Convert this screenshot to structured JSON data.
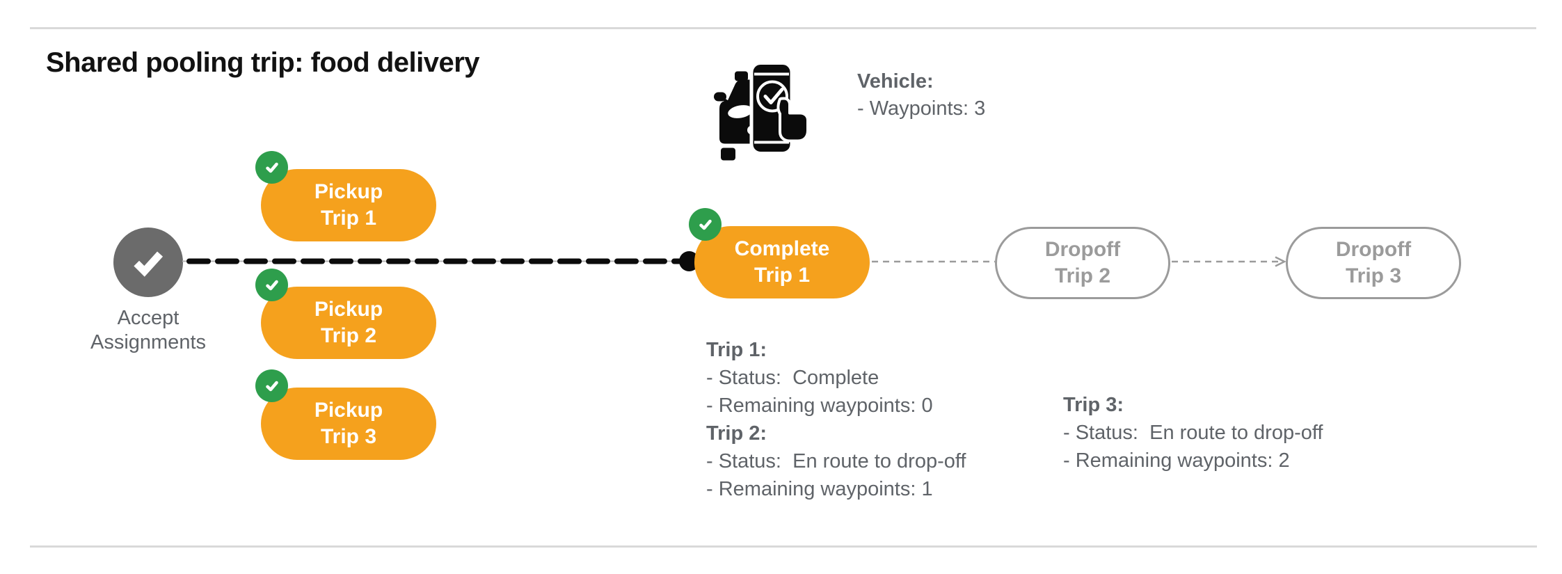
{
  "title": "Shared pooling trip: food delivery",
  "vehicle": {
    "icon": "car-phone-check-icon",
    "label": "Vehicle:",
    "detail": "- Waypoints: 3"
  },
  "flow": {
    "start": {
      "icon": "check-icon",
      "label_line1": "Accept",
      "label_line2": "Assignments"
    },
    "pickups": [
      {
        "badge_icon": "check-badge-icon",
        "line1": "Pickup",
        "line2": "Trip 1"
      },
      {
        "badge_icon": "check-badge-icon",
        "line1": "Pickup",
        "line2": "Trip 2"
      },
      {
        "badge_icon": "check-badge-icon",
        "line1": "Pickup",
        "line2": "Trip 3"
      }
    ],
    "current_stop": {
      "badge_icon": "check-badge-icon",
      "line1": "Complete",
      "line2": "Trip 1"
    },
    "upcoming_stops": [
      {
        "line1": "Dropoff",
        "line2": "Trip 2"
      },
      {
        "line1": "Dropoff",
        "line2": "Trip 3"
      }
    ]
  },
  "status_blocks": [
    {
      "entries": [
        {
          "heading": "Trip 1:",
          "lines": [
            "- Status:  Complete",
            "- Remaining waypoints: 0"
          ]
        },
        {
          "heading": "Trip 2:",
          "lines": [
            "- Status:  En route to drop-off",
            "- Remaining waypoints: 1"
          ]
        }
      ]
    },
    {
      "entries": [
        {
          "heading": "Trip 3:",
          "lines": [
            "- Status:  En route to drop-off",
            "- Remaining waypoints: 2"
          ]
        }
      ]
    }
  ],
  "colors": {
    "orange": "#F5A11D",
    "green": "#2E9E4C",
    "gray_node": "#6B6B6B",
    "text_gray": "#5F6368",
    "muted_gray": "#9B9B9B",
    "line_light": "#D9D9D9",
    "black": "#0B0B0B"
  }
}
